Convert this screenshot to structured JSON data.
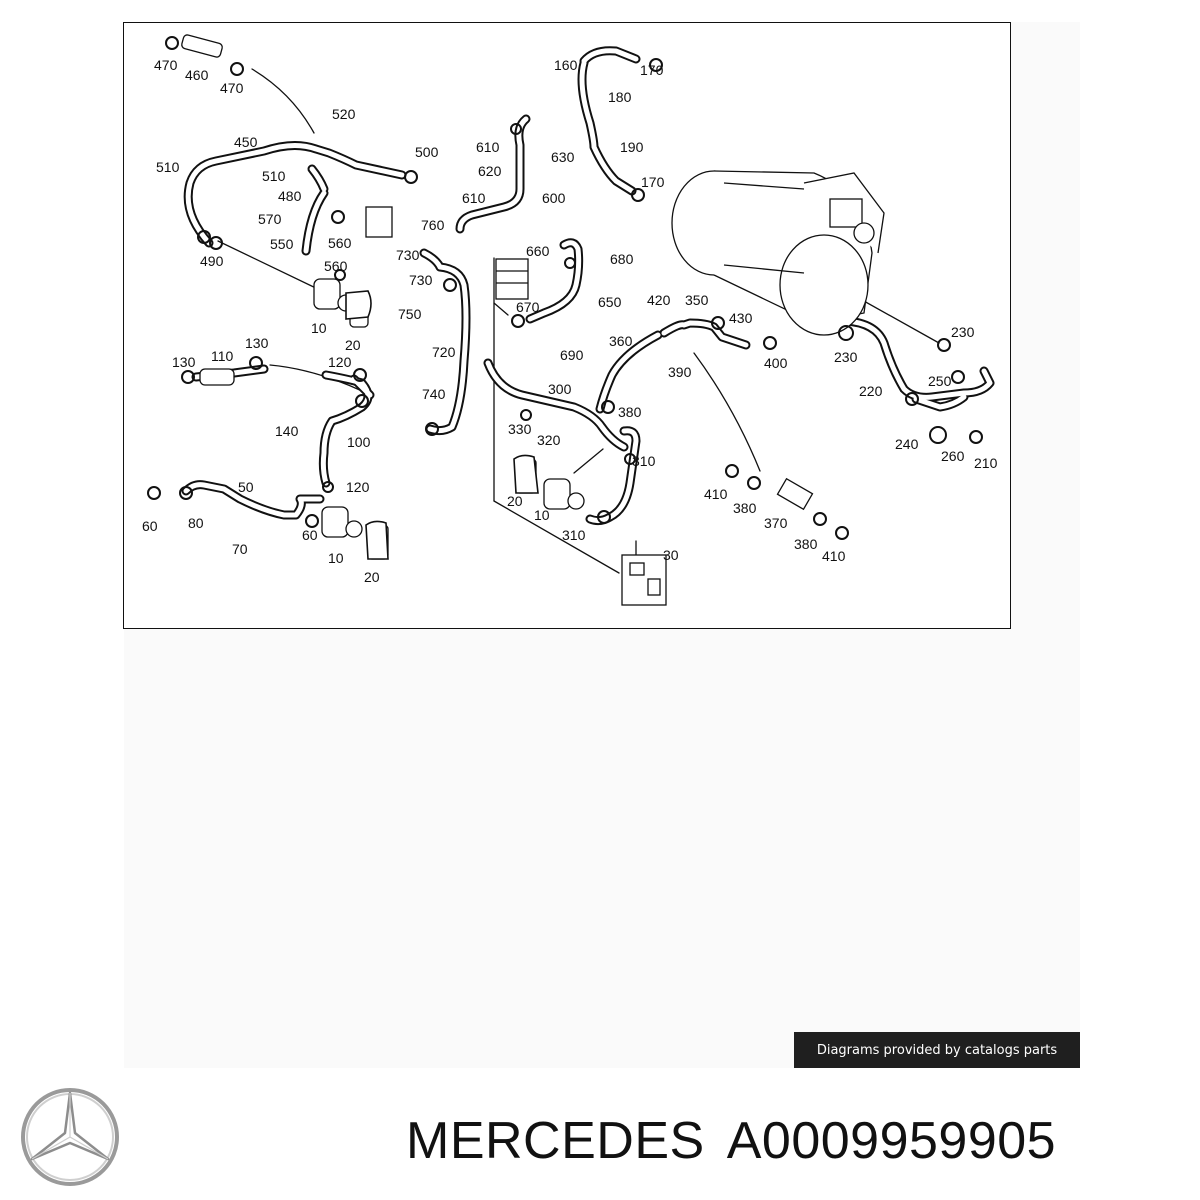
{
  "diagram": {
    "callouts": [
      "470",
      "460",
      "470",
      "520",
      "450",
      "500",
      "510",
      "510",
      "480",
      "570",
      "550",
      "560",
      "560",
      "490",
      "10",
      "20",
      "610",
      "620",
      "630",
      "610",
      "600",
      "760",
      "730",
      "730",
      "660",
      "680",
      "670",
      "750",
      "650",
      "720",
      "690",
      "160",
      "170",
      "180",
      "190",
      "170",
      "420",
      "350",
      "430",
      "360",
      "400",
      "390",
      "230",
      "230",
      "220",
      "250",
      "240",
      "260",
      "210",
      "130",
      "110",
      "130",
      "120",
      "140",
      "100",
      "120",
      "740",
      "300",
      "330",
      "320",
      "380",
      "310",
      "20",
      "10",
      "310",
      "30",
      "410",
      "380",
      "370",
      "380",
      "410",
      "50",
      "60",
      "80",
      "70",
      "60",
      "10",
      "20"
    ]
  },
  "credit": {
    "text": "Diagrams provided by catalogs parts"
  },
  "brand": {
    "name": "MERCEDES",
    "part_number": "A0009959905",
    "logo_icon": "mercedes-star-icon"
  },
  "colors": {
    "line": "#111111",
    "credit_bg": "#1f1f1f",
    "credit_text": "#ffffff"
  }
}
